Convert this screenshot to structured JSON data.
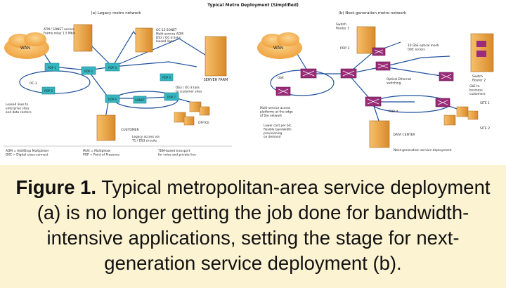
{
  "figure": {
    "title": "Typical Metro Deployment (Simplified)",
    "panel_a": {
      "label": "(a) Legacy metro network",
      "nodes": {
        "cloud": "WAN",
        "pop1": "POP 1",
        "pop2": "POP 2",
        "pop3": "POP 3",
        "pop4": "POP 4",
        "pop5": "POP 5",
        "pop6": "POP 6",
        "pop7": "POP 7",
        "server_farm": "SERVER FARM",
        "customer": "CUSTOMER",
        "office": "OFFICE",
        "sonet": "SONET"
      },
      "annotations": {
        "note_tl": "ATM / SONET access\nFrame relay 1.5 Mb/s",
        "note_t": "OC-12 SONET\nMulti-service ADM\nDS3 / OC-3 links\nleased lines",
        "note_l": "Leased lines to\nenterprise sites\nand data centers",
        "note_r": "DS3 / OC-3 tails\nto customer sites",
        "note_b": "Legacy access via\nT1 / DS3 circuits",
        "note_m": "OC-3"
      },
      "legend": {
        "adm": "ADM = Add/Drop Multiplexer\nDXC = Digital cross-connect",
        "mux": "MUX = Multiplexer\nPOP = Point of Presence",
        "tdm": "TDM-based transport\nfor voice and private line"
      }
    },
    "panel_b": {
      "label": "(b) Next-generation metro network",
      "nodes": {
        "cloud": "WAN",
        "pop1": "Switch\nRouter 1",
        "pop2": "Switch\nRouter 2",
        "pop3": "POP 3",
        "pop4": "POP 4",
        "data_center": "DATA CENTER",
        "site1": "SITE 1",
        "site2": "SITE 2"
      },
      "annotations": {
        "note_tl": "GbE",
        "note_t": "10 GbE optical mesh\nGbE access",
        "note_m": "Optical Ethernet\nswitching",
        "note_l": "Multi-service access\nplatforms at the edge\nof the network",
        "note_bl": "Lower cost per bit,\nflexible bandwidth\nprovisioning\non demand",
        "note_r": "GbE to\nbusiness\ncustomers",
        "note_b": "Next-generation service deployment"
      }
    }
  },
  "caption": {
    "prefix": "Figure 1.",
    "text": " Typical metropolitan-area service deployment (a) is no longer getting the job done for bandwidth-intensive applications, setting the stage for next-generation service deployment (b)."
  },
  "colors": {
    "cloud": "#f3b55a",
    "building": "#f0a846",
    "building_dark": "#c97c1f",
    "switch_a": "#35b7c2",
    "switch_b": "#9a2c78",
    "link": "#1d4f9c",
    "caption_bg": "#fcf3d2"
  }
}
